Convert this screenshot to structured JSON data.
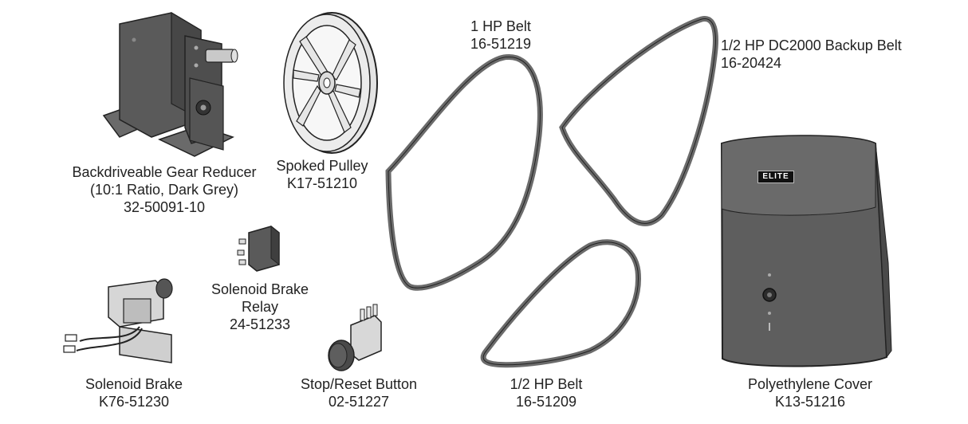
{
  "parts": {
    "gear_reducer": {
      "name": "Backdriveable Gear Reducer",
      "detail": "(10:1 Ratio, Dark Grey)",
      "part_no": "32-50091-10"
    },
    "spoked_pulley": {
      "name": "Spoked Pulley",
      "part_no": "K17-51210"
    },
    "belt_1hp": {
      "name": "1 HP Belt",
      "part_no": "16-51219"
    },
    "belt_backup": {
      "name": "1/2 HP DC2000 Backup Belt",
      "part_no": "16-20424"
    },
    "solenoid_relay": {
      "name": "Solenoid Brake",
      "name2": "Relay",
      "part_no": "24-51233"
    },
    "solenoid_brake": {
      "name": "Solenoid Brake",
      "part_no": "K76-51230"
    },
    "stop_button": {
      "name": "Stop/Reset Button",
      "part_no": "02-51227"
    },
    "belt_half_hp": {
      "name": "1/2 HP Belt",
      "part_no": "16-51209"
    },
    "cover": {
      "name": "Polyethylene Cover",
      "part_no": "K13-51216",
      "logo": "ELITE"
    }
  },
  "colors": {
    "part_fill": "#5a5a5a",
    "part_dark": "#3c3c3c",
    "belt": "#6b6b6b",
    "pulley": "#dcdcdc",
    "text": "#222222"
  }
}
